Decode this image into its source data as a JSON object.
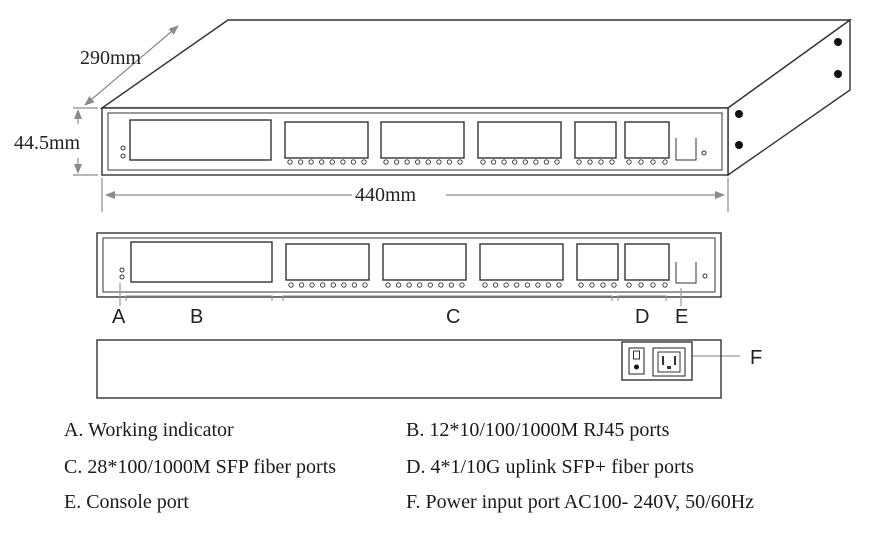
{
  "dimensions": {
    "depth": "290mm",
    "height": "44.5mm",
    "width": "440mm"
  },
  "callouts": [
    "A",
    "B",
    "C",
    "D",
    "E",
    "F"
  ],
  "legend": [
    {
      "text": "A. Working indicator"
    },
    {
      "text": "B. 12*10/100/1000M RJ45 ports"
    },
    {
      "text": "C. 28*100/1000M SFP fiber ports"
    },
    {
      "text": "D. 4*1/10G uplink SFP+ fiber ports"
    },
    {
      "text": "E. Console port"
    },
    {
      "text": "F.  Power input port AC100- 240V,  50/60Hz"
    }
  ]
}
